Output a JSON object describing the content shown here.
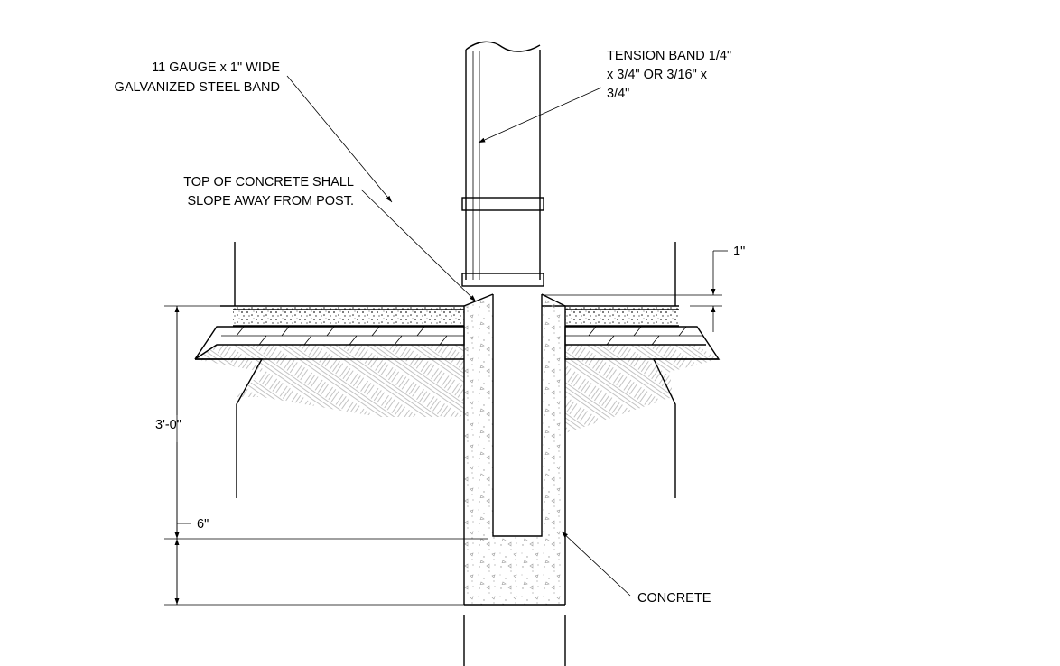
{
  "labels": {
    "band_line1": "11 GAUGE x 1\" WIDE",
    "band_line2": "GALVANIZED STEEL BAND",
    "tension_line1": "TENSION BAND 1/4\"",
    "tension_line2": "x 3/4\" OR 3/16\" x",
    "tension_line3": "3/4\"",
    "slope_line1": "TOP OF CONCRETE SHALL",
    "slope_line2": "SLOPE AWAY FROM POST.",
    "concrete": "CONCRETE"
  },
  "dimensions": {
    "depth": "3'-0\"",
    "embed": "6\"",
    "slope": "1\""
  }
}
